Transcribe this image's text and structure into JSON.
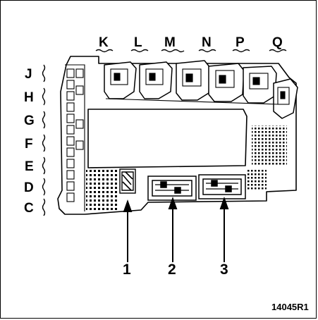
{
  "figure_code": "14045R1",
  "top_labels": [
    "K",
    "L",
    "M",
    "N",
    "P",
    "Q"
  ],
  "side_labels": [
    "J",
    "H",
    "G",
    "F",
    "E",
    "D",
    "C"
  ],
  "callouts": [
    "1",
    "2",
    "3"
  ]
}
